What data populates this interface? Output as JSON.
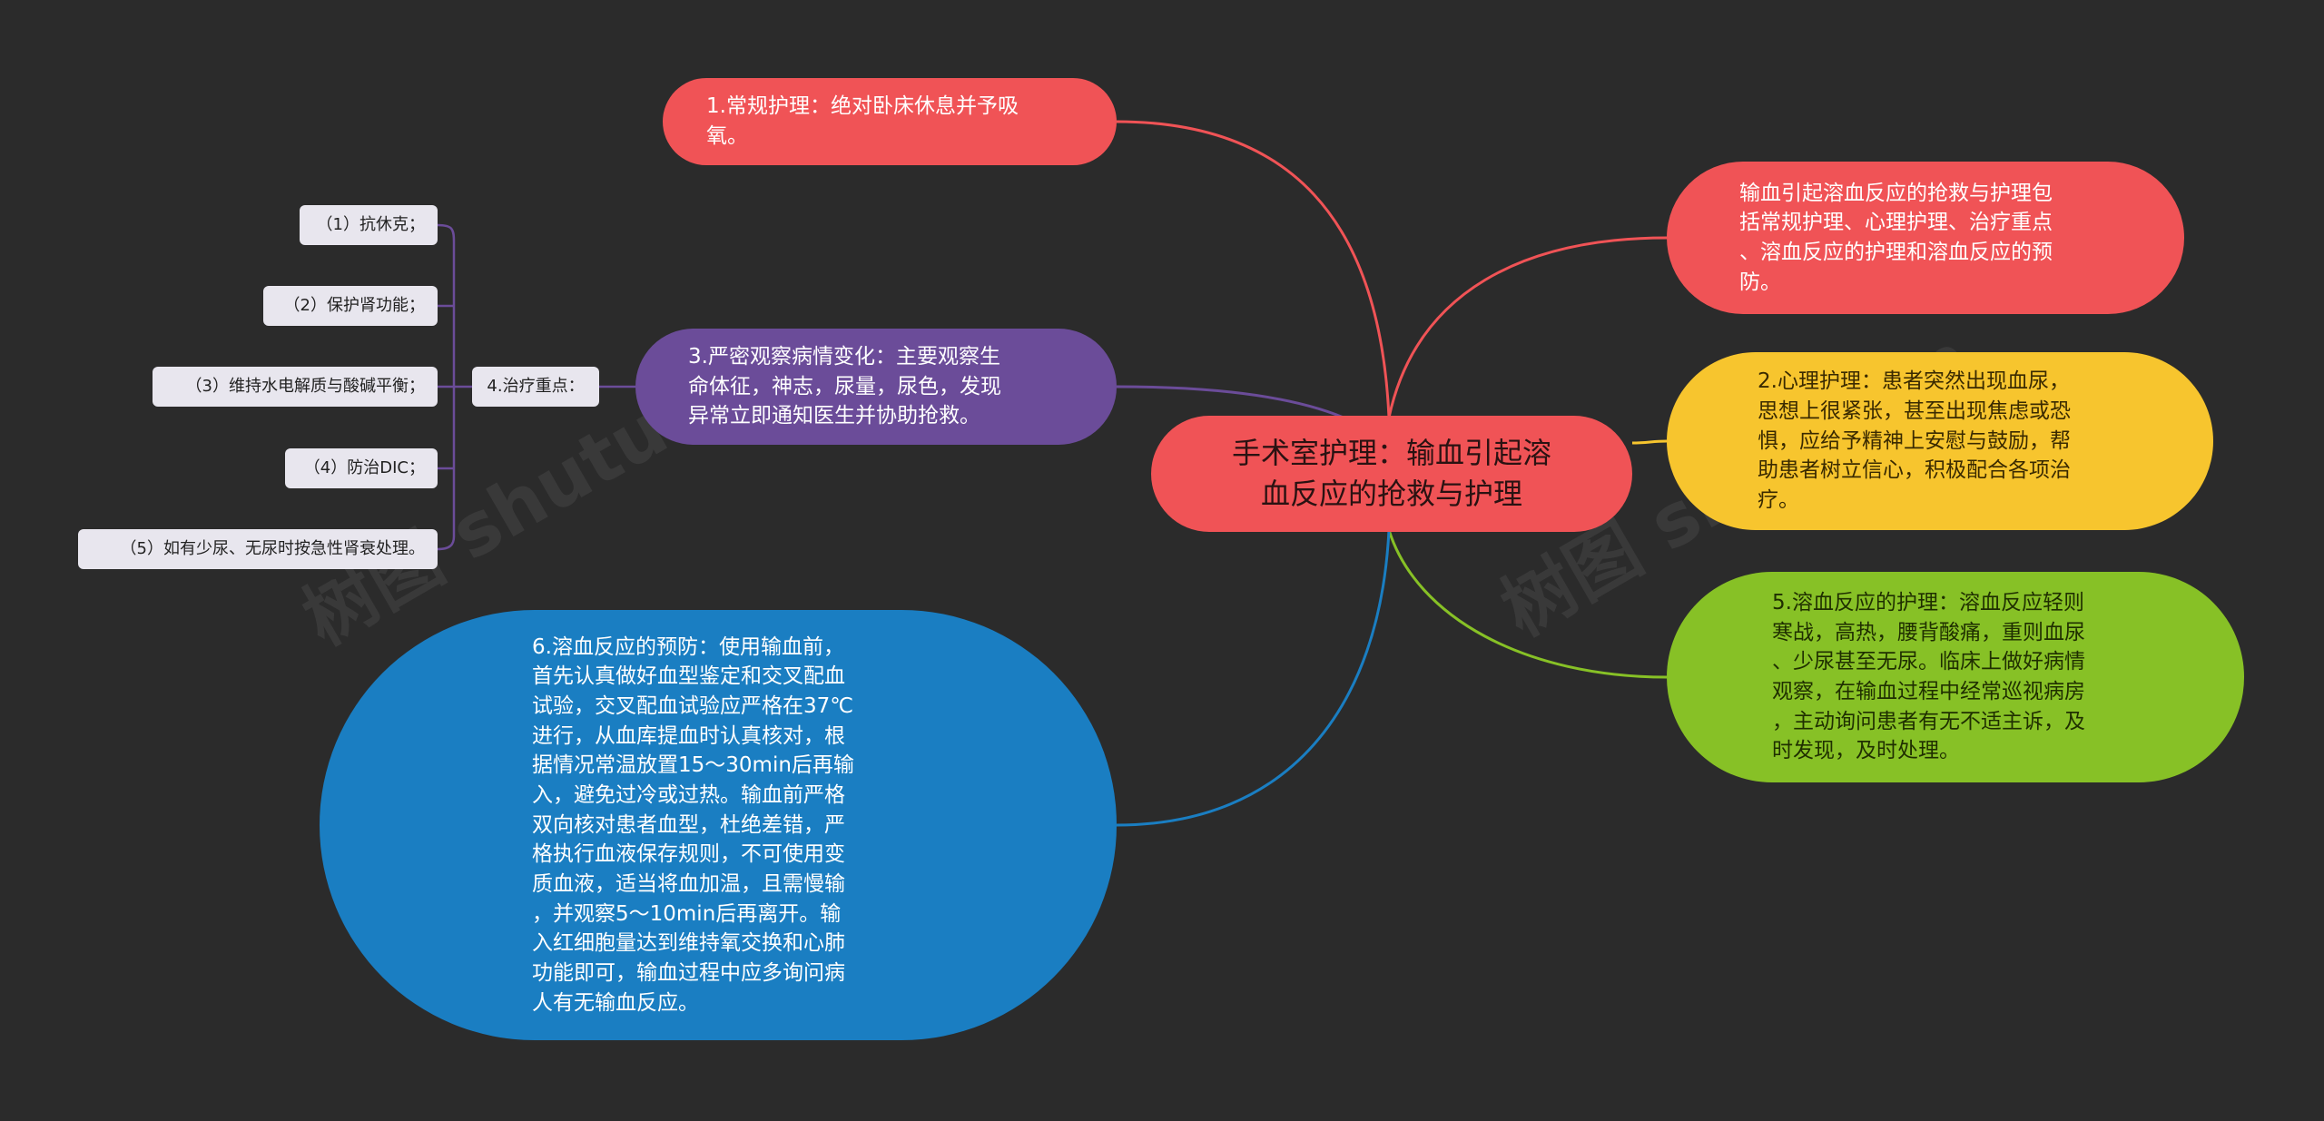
{
  "center": {
    "label": "手术室护理：输血引起溶\n血反应的抢救与护理"
  },
  "nodes": {
    "n1": {
      "text": "1.常规护理：绝对卧床休息并予吸\n氧。"
    },
    "n0": {
      "text": "输血引起溶血反应的抢救与护理包\n括常规护理、心理护理、治疗重点\n、溶血反应的护理和溶血反应的预\n防。"
    },
    "n3": {
      "text": "3.严密观察病情变化：主要观察生\n命体征，神志，尿量，尿色，发现\n异常立即通知医生并协助抢救。"
    },
    "n2": {
      "text": "2.心理护理：患者突然出现血尿，\n思想上很紧张，甚至出现焦虑或恐\n惧，应给予精神上安慰与鼓励，帮\n助患者树立信心，积极配合各项治\n疗。"
    },
    "n5": {
      "text": "5.溶血反应的护理：溶血反应轻则\n寒战，高热，腰背酸痛，重则血尿\n、少尿甚至无尿。临床上做好病情\n观察，在输血过程中经常巡视病房\n，主动询问患者有无不适主诉，及\n时发现，及时处理。"
    },
    "n6": {
      "text": "6.溶血反应的预防：使用输血前，\n首先认真做好血型鉴定和交叉配血\n试验，交叉配血试验应严格在37℃\n进行，从血库提血时认真核对，根\n据情况常温放置15～30min后再输\n入，避免过冷或过热。输血前严格\n双向核对患者血型，杜绝差错，严\n格执行血液保存规则，不可使用变\n质血液，适当将血加温，且需慢输\n，并观察5～10min后再离开。输\n入红细胞量达到维持氧交换和心肺\n功能即可，输血过程中应多询问病\n人有无输血反应。"
    }
  },
  "treatment": {
    "label": "4.治疗重点：",
    "items": [
      "（1）抗休克；",
      "（2）保护肾功能；",
      "（3）维持水电解质与酸碱平衡；",
      "（4）防治DIC；",
      "（5）如有少尿、无尿时按急性肾衰处理。"
    ]
  },
  "colors": {
    "background": "#2b2b2b",
    "red": "#f05356",
    "purple": "#6b4c99",
    "yellow": "#f7c52e",
    "green": "#87c126",
    "blue": "#1a7ec2",
    "leaf": "#e8e6ee"
  },
  "watermark": "树图 shutu.cn"
}
